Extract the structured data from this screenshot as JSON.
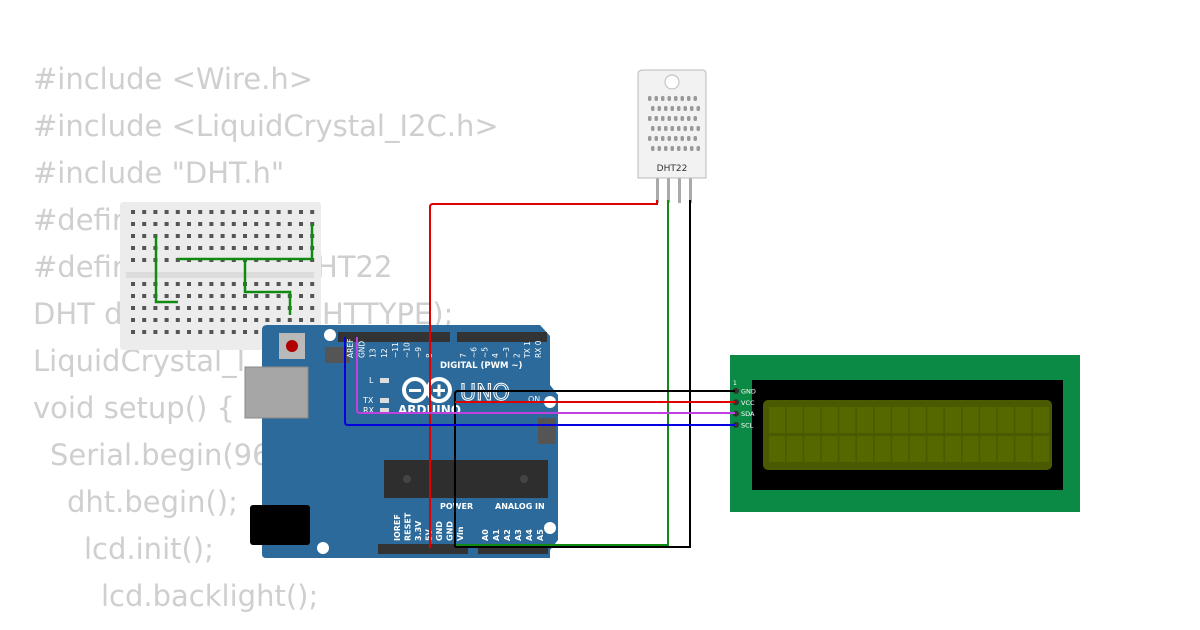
{
  "code_lines": [
    {
      "text": "#include <Wire.h>",
      "indent": 0
    },
    {
      "text": "#include <LiquidCrystal_I2C.h>",
      "indent": 0
    },
    {
      "text": "#include \"DHT.h\"",
      "indent": 0
    },
    {
      "text": "#defir",
      "indent": 0
    },
    {
      "text": "#defir",
      "indent": 0,
      "tail": "HT22"
    },
    {
      "text": "DHT d",
      "indent": 0,
      "tail": "HTTYPE);"
    },
    {
      "text": "LiquidCrystal_I",
      "indent": 0
    },
    {
      "text": "void setup() {",
      "indent": 0
    },
    {
      "text": "Serial.begin(96",
      "indent": 1
    },
    {
      "text": "dht.begin();",
      "indent": 2
    },
    {
      "text": "lcd.init();",
      "indent": 3
    },
    {
      "text": "lcd.backlight();",
      "indent": 4
    }
  ],
  "dht": {
    "label": "DHT22"
  },
  "arduino": {
    "brand": "ARDUINO",
    "model": "UNO",
    "digital_label": "DIGITAL (PWM ~)",
    "power_label": "POWER",
    "analog_label": "ANALOG IN",
    "on_label": "ON",
    "led_labels": [
      "L",
      "TX",
      "RX"
    ],
    "top_pins": [
      "AREF",
      "GND",
      "13",
      "12",
      "~11",
      "~10",
      "~9",
      "8",
      "7",
      "~6",
      "~5",
      "4",
      "~3",
      "2",
      "TX 1",
      "RX 0"
    ],
    "power_pins": [
      "IOREF",
      "RESET",
      "3.3V",
      "5V",
      "GND",
      "GND",
      "Vin"
    ],
    "analog_pins": [
      "A0",
      "A1",
      "A2",
      "A3",
      "A4",
      "A5"
    ]
  },
  "lcd": {
    "pins": [
      "GND",
      "VCC",
      "SDA",
      "SCL"
    ],
    "pin1_marker": "1"
  },
  "colors": {
    "wire_red": "#e00000",
    "wire_green": "#118a11",
    "wire_black": "#000000",
    "wire_magenta": "#c040e0",
    "wire_blue": "#0000e0",
    "board_blue": "#2b6a9a",
    "lcd_pcb": "#0b8a45",
    "lcd_screen": "#4a5a00"
  }
}
